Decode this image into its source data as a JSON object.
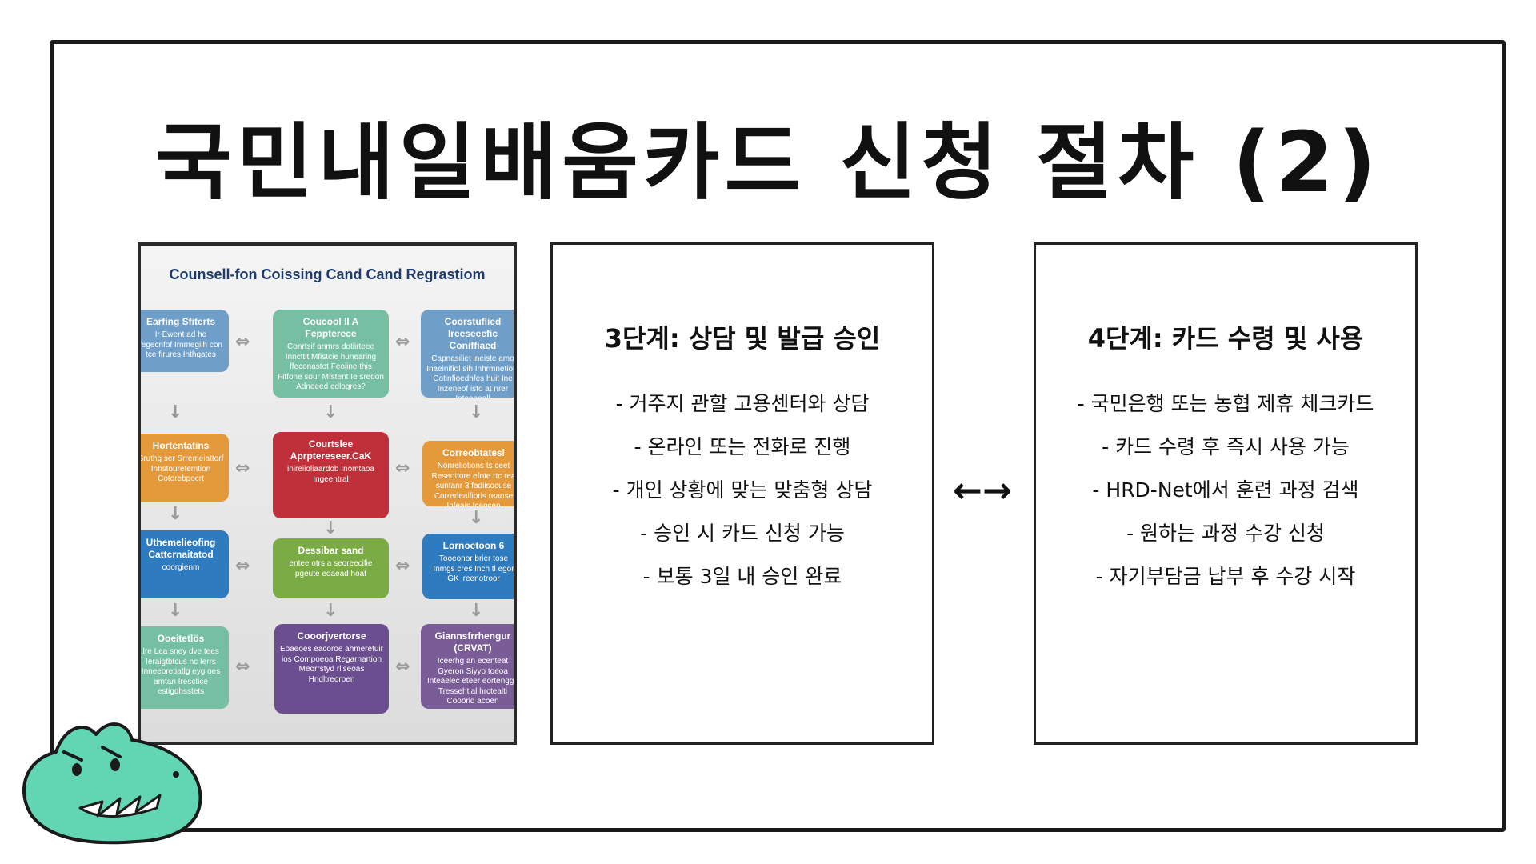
{
  "title": "국민내일배움카드 신청 절차 (2)",
  "poster": {
    "heading": "Counsell-fon Coissing Cand Cand Regrastiom",
    "boxes": [
      {
        "title": "Earfing Sfiterts",
        "text": "Ir Ewent ad he fegecrifof Irnmegilh con tce firures Inthgates",
        "color": "#6f9fc9"
      },
      {
        "title": "Coucool ll A Feppterece",
        "text": "Conrtsif anmrs dotiirteee Inncttit Mfistcie hunearing ffeconastot Feoiine this Fitfone sour Mfstent Ie sredon Adneeed edlogres?",
        "color": "#77bfa3"
      },
      {
        "title": "Coorstuflied Ireeseeefic Coniffiaed",
        "text": "Capnasiliet ineiste amo Inaeinifiol sih Inhrmnetiotit Cotinfioedhfes huit Ine Inzeneof isto at nrer Inteanaoll",
        "color": "#6f9fc9"
      },
      {
        "title": "Hortentatins",
        "text": "Sruthg ser Srremeiattorf Inhstouretemtion Cotorebpocrt",
        "color": "#e49a3a"
      },
      {
        "title": "Courtslee Aprptereseer.CaK",
        "text": "inireiioliaardob Inomtaoa Ingeentral",
        "color": "#c0303a"
      },
      {
        "title": "Correobtatesl",
        "text": "Nonreliotions ts ceet Reseottore efote rtc rea suntanr 3 fadiisocuse Correrlealfiorls reanse Infeais tcencen",
        "color": "#e49a3a"
      },
      {
        "title": "Uthemelieofing Cattcrnaitatod",
        "text": "coorgienm",
        "color": "#2f7bbf"
      },
      {
        "title": "Dessibar sand",
        "text": "entee otrs a seoreecifie pgeute eoaead hoat",
        "color": "#7aab45"
      },
      {
        "title": "Lornoetoon 6",
        "text": "Tooeonor brier tose Inmgs cres Inch tl egor GK lreenotroor",
        "color": "#2f7bbf"
      },
      {
        "title": "Ooeitetlös",
        "text": "Ire Lea sney dve tees Ieraigtbtcus nc Ierrs Inneeoretiatlg eyg oes amtan Iresctice estigdhsstets",
        "color": "#77bfa3"
      },
      {
        "title": "Cooorjvertorse",
        "text": "Eoaeoes eacoroe ahmeretuir ios Compoeoa Regarnartion Meorrstyd rliseoas Hndltreoroen",
        "color": "#6b4e8f"
      },
      {
        "title": "Giannsfrrhengur (CRVAT)",
        "text": "Iceerhg an ecenteat Gyeron Siyyo toeoa Inteaelec eteer eortengge Tressehtlal hrctealti Cooorid acoen",
        "color": "#7a5c96"
      }
    ]
  },
  "step3": {
    "title": "3단계: 상담 및 발급 승인",
    "items": [
      "- 거주지 관할 고용센터와 상담",
      "- 온라인 또는 전화로 진행",
      "- 개인 상황에 맞는 맞춤형 상담",
      "- 승인 시 카드 신청 가능",
      "- 보통 3일 내 승인 완료"
    ]
  },
  "arrow": "←→",
  "step4": {
    "title": "4단계: 카드 수령 및 사용",
    "items": [
      "- 국민은행 또는 농협 제휴 체크카드",
      "- 카드 수령 후 즉시 사용 가능",
      "- HRD-Net에서 훈련 과정 검색",
      "- 원하는 과정 수강 신청",
      "- 자기부담금 납부 후 수강 시작"
    ]
  },
  "mascot_color": "#62d6b3"
}
